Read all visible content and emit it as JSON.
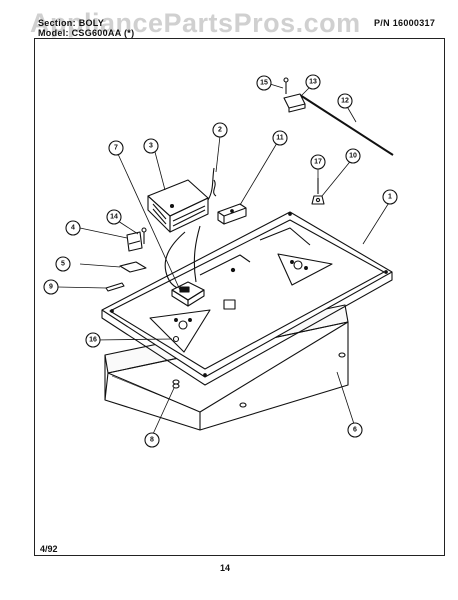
{
  "header": {
    "section_label": "Section: BOLY",
    "model_label": "Model: CSG600AA (*)",
    "part_number": "P/N 16000317",
    "watermark": "AppliancePartsPros.com"
  },
  "footer": {
    "date": "4/92",
    "page_number": "14"
  },
  "callouts": [
    "1",
    "2",
    "3",
    "4",
    "5",
    "6",
    "7",
    "8",
    "9",
    "10",
    "11",
    "12",
    "13",
    "14",
    "15",
    "16",
    "17"
  ]
}
